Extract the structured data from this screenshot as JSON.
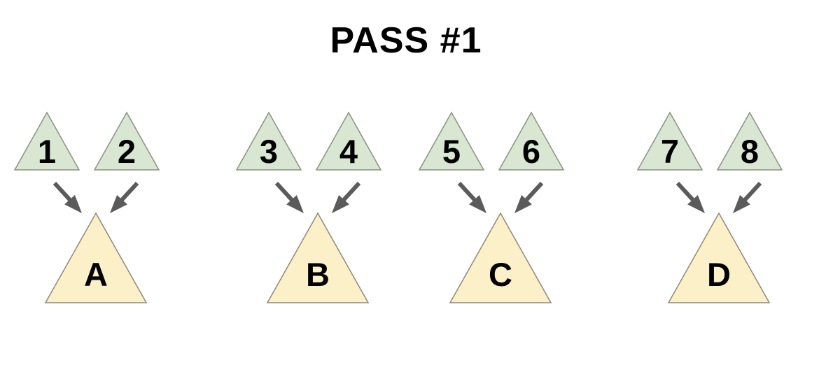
{
  "title": "PASS #1",
  "colors": {
    "background": "#ffffff",
    "input_triangle_fill": "#d9e7d2",
    "input_triangle_stroke": "#8a9180",
    "output_triangle_fill": "#fcf0c8",
    "output_triangle_stroke": "#8f8878",
    "arrow": "#5b5b5b",
    "label_text": "#000000"
  },
  "groups": [
    {
      "inputs": [
        "1",
        "2"
      ],
      "output": "A"
    },
    {
      "inputs": [
        "3",
        "4"
      ],
      "output": "B"
    },
    {
      "inputs": [
        "5",
        "6"
      ],
      "output": "C"
    },
    {
      "inputs": [
        "7",
        "8"
      ],
      "output": "D"
    }
  ]
}
